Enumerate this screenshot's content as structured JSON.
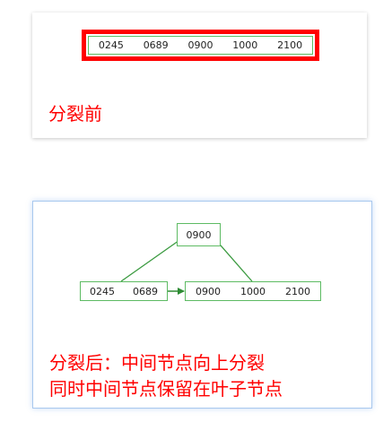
{
  "before": {
    "keys": [
      "0245",
      "0689",
      "0900",
      "1000",
      "2100"
    ],
    "caption": "分裂前"
  },
  "after": {
    "root_keys": [
      "0900"
    ],
    "left_keys": [
      "0245",
      "0689"
    ],
    "right_keys": [
      "0900",
      "1000",
      "2100"
    ],
    "caption_line1": "分裂后：中间节点向上分裂",
    "caption_line2": "同时中间节点保留在叶子节点"
  },
  "colors": {
    "highlight_border": "#ff0000",
    "node_border": "#5dbb63",
    "link": "#3a9a3f",
    "caption": "#ff0000"
  }
}
